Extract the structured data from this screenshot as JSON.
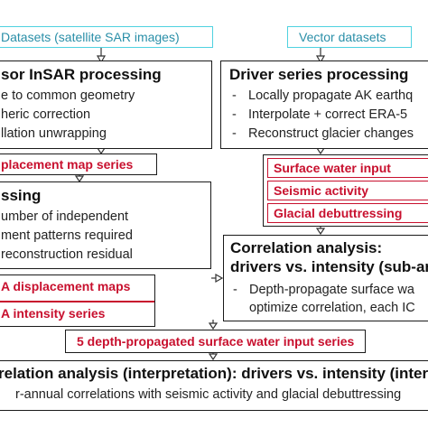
{
  "boxes": {
    "sar_datasets": "Datasets (satellite SAR images)",
    "vector_datasets": "Vector datasets",
    "insar": {
      "title": "sor InSAR processing",
      "items": [
        "e to common geometry",
        "heric correction",
        "llation unwrapping"
      ]
    },
    "driver": {
      "title": "Driver series processing",
      "items": [
        "Locally propagate AK earthq",
        "Interpolate + correct ERA-5",
        "Reconstruct glacier changes"
      ]
    },
    "displacement_series": "placement map series",
    "drivers_out": [
      "Surface water input",
      "Seismic activity",
      "Glacial debuttressing"
    ],
    "ica": {
      "title": "ssing",
      "items": [
        "umber of independent",
        "ment patterns required",
        "reconstruction residual"
      ]
    },
    "ica_maps": "A displacement maps",
    "ica_intensity": "A intensity series",
    "corr_sub": {
      "title1": "Correlation analysis:",
      "title2": "drivers vs. intensity (sub-an",
      "item1": "Depth-propagate surface wa",
      "item2": "optimize correlation, each IC"
    },
    "depth_series": "5 depth-propagated surface water input series",
    "interp": {
      "title": "relation analysis (interpretation): drivers vs. intensity (inter-",
      "item": "r-annual correlations with seismic activity and glacial debuttressing"
    }
  },
  "colors": {
    "cyan_border": "#4fd2e0",
    "red": "#c8102e",
    "black": "#1a1a1a",
    "cyan_text": "#2a8fa8"
  }
}
